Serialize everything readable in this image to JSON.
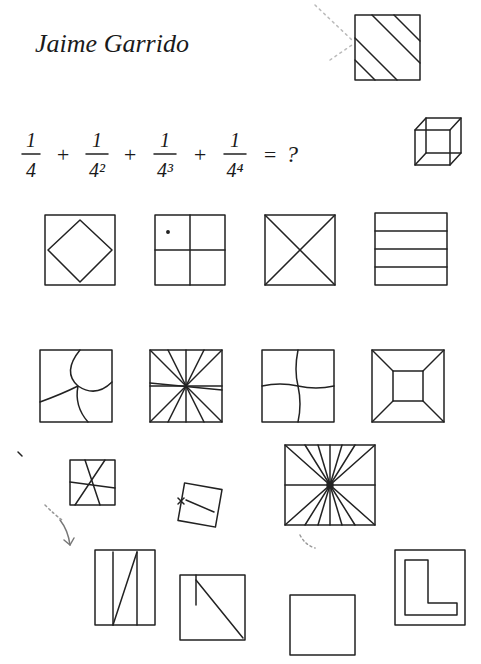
{
  "diagram": {
    "labels": [
      "Jaime Garrido",
      "1",
      "4",
      "+",
      "1",
      "4²",
      "+",
      "1",
      "4³",
      "+",
      "1",
      "4⁴",
      "=",
      "?"
    ]
  }
}
